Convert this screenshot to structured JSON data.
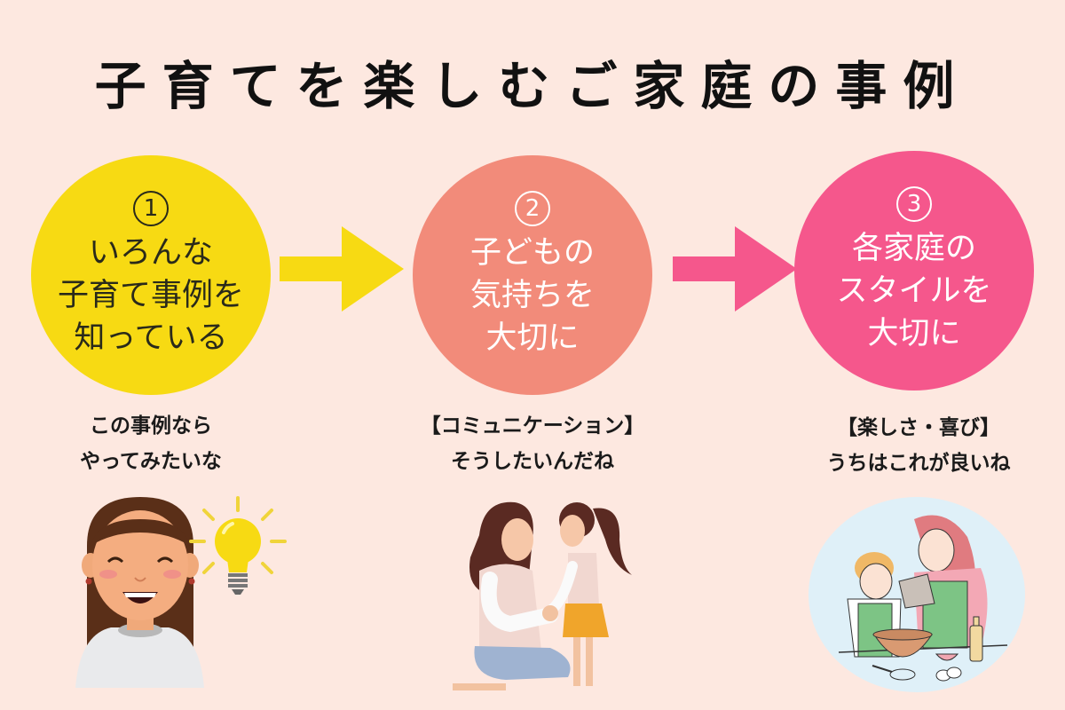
{
  "title": "子育てを楽しむご家庭の事例",
  "colors": {
    "background": "#fde8e0",
    "step1": "#f7da13",
    "step2": "#f28b7a",
    "step3": "#f5578c",
    "arrow1": "#f7da13",
    "arrow2": "#f5578c"
  },
  "steps": [
    {
      "number": "1",
      "lines": [
        "いろんな",
        "子育て事例を",
        "知っている"
      ],
      "caption": [
        "この事例なら",
        "やってみたいな"
      ],
      "illustration": "smiling-girl-with-lightbulb"
    },
    {
      "number": "2",
      "lines": [
        "子どもの",
        "気持ちを",
        "大切に"
      ],
      "caption": [
        "【コミュニケーション】",
        "そうしたいんだね"
      ],
      "illustration": "mother-kneeling-holding-daughters-hands"
    },
    {
      "number": "3",
      "lines": [
        "各家庭の",
        "スタイルを",
        "大切に"
      ],
      "caption": [
        "【楽しさ・喜び】",
        "うちはこれが良いね"
      ],
      "illustration": "mother-and-child-baking"
    }
  ],
  "arrows": [
    "right-arrow",
    "right-arrow"
  ]
}
